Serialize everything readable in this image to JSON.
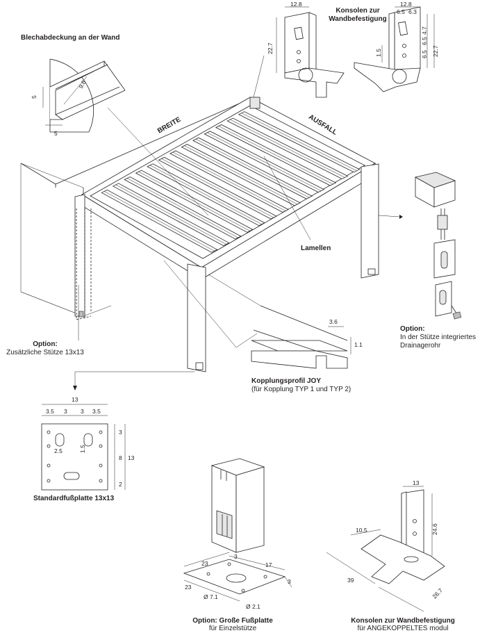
{
  "labels": {
    "blechabdeckung": "Blechabdeckung an der Wand",
    "konsolen_wand_title": "Konsolen zur Wandbefestigung",
    "breite": "BREITE",
    "ausfall": "AUSFALL",
    "lamellen": "Lamellen",
    "option_stuetze_title": "Option:",
    "option_stuetze_sub": "Zusätzliche Stütze 13x13",
    "option_drain_title": "Option:",
    "option_drain_sub_1": "In der Stütze integriertes",
    "option_drain_sub_2": "Drainagerohr",
    "kopplungsprofil_title": "Kopplungsprofil JOY",
    "kopplungsprofil_sub": "(für Kopplung TYP 1 und TYP 2)",
    "fussplatte": "Standardfußplatte 13x13",
    "gross_fussplatte_title": "Option: Große Fußplatte",
    "gross_fussplatte_sub": "für Einzelstütze",
    "konsolen_angek_title": "Konsolen zur Wandbefestigung",
    "konsolen_angek_sub": "für ANGEKOPPELTES modul"
  },
  "dims": {
    "blech_5a": "5",
    "blech_96": "9.6",
    "blech_5b": "5",
    "kons_12_8_left": "12.8",
    "kons_22_7_left": "22.7",
    "kons_12_8_right": "12.8",
    "kons_6_5a": "6.5",
    "kons_6_3": "6.3",
    "kons_4_7": "4.7",
    "kons_6_5b": "6.5",
    "kons_6_5c": "6.5",
    "kons_22_7_right": "22.7",
    "kons_1_5": "1.5",
    "kopp_3_6": "3.6",
    "kopp_1_1": "1.1",
    "fp_13_top": "13",
    "fp_3_5a": "3.5",
    "fp_3a": "3",
    "fp_3b": "3",
    "fp_3_5b": "3.5",
    "fp_3_right": "3",
    "fp_8": "8",
    "fp_13_right": "13",
    "fp_2": "2",
    "fp_2_5": "2.5",
    "fp_1_5": "1.5",
    "gf_23_top": "23",
    "gf_3_top": "3",
    "gf_17": "17",
    "gf_3_right": "3",
    "gf_23_left": "23",
    "gf_d71": "Ø 7.1",
    "gf_d21": "Ø 2.1",
    "ak_13": "13",
    "ak_10_5": "10.5",
    "ak_24_6": "24.6",
    "ak_39": "39",
    "ak_26_7": "26.7"
  }
}
